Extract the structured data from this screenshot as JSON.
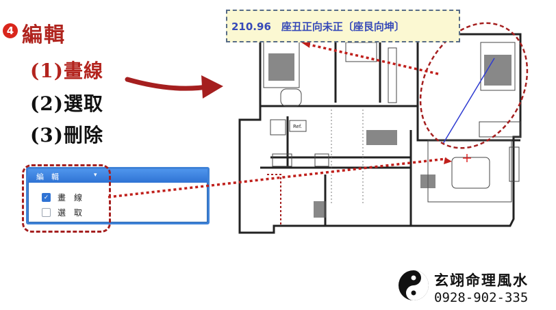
{
  "heading": {
    "badge": "4",
    "title": "編輯"
  },
  "steps": [
    {
      "label": "(1)畫線",
      "active": true
    },
    {
      "label": "(2)選取",
      "active": false
    },
    {
      "label": "(3)刪除",
      "active": false
    }
  ],
  "edit_panel": {
    "menu_label": "編　輯",
    "menu_arrow": "▾",
    "options": [
      {
        "label": "畫　線",
        "checked": true
      },
      {
        "label": "選　取",
        "checked": false
      }
    ]
  },
  "compass_label": "210.96　座丑正向未正〔座艮向坤〕",
  "floorplan": {
    "room_label": "Ref."
  },
  "brand": {
    "name": "玄翊命理風水",
    "phone": "0928-902-335"
  },
  "colors": {
    "accent_red": "#b3241e",
    "panel_blue": "#2f73d4",
    "line_blue": "#2e3bd1",
    "label_text": "#3649b8"
  }
}
